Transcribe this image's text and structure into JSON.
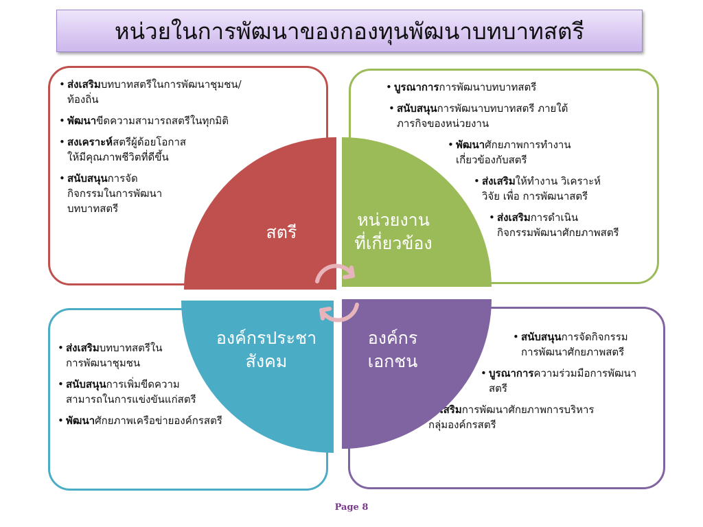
{
  "title": "หน่วยในการพัฒนาของกองทุนพัฒนาบทบาทสตรี",
  "quadrants": {
    "women": {
      "label": "สตรี",
      "color": "#c0504d"
    },
    "agency": {
      "label_line1": "หน่วยงาน",
      "label_line2": "ที่เกี่ยวข้อง",
      "color": "#9bbb59"
    },
    "civil": {
      "label_line1": "องค์กรประชา",
      "label_line2": "สังคม",
      "color": "#4bacc6"
    },
    "private": {
      "label_line1": "องค์กร",
      "label_line2": "เอกชน",
      "color": "#8064a2"
    }
  },
  "panels": {
    "top_left": [
      {
        "bold": "ส่งเสริม",
        "text": "บทบาทสตรีในการพัฒนาชุมชน/\nท้องถิ่น"
      },
      {
        "bold": "พัฒนา",
        "text": "ขีดความสามารถสตรีในทุกมิติ"
      },
      {
        "bold": "สงเคราะห์",
        "text": "สตรีผู้ด้อยโอกาส\nให้มีคุณภาพชีวิตที่ดีขึ้น"
      },
      {
        "bold": "สนับสนุน",
        "text": "การจัด\nกิจกรรมในการพัฒนา\nบทบาทสตรี"
      }
    ],
    "top_right": [
      {
        "bold": "บูรณาการ",
        "text": "การพัฒนาบทบาทสตรี"
      },
      {
        "bold": "สนับสนุน",
        "text": "การพัฒนาบทบาทสตรี ภายใต้\nภารกิจของหน่วยงาน"
      },
      {
        "bold": "พัฒนา",
        "text": "ศักยภาพการทำงาน\nเกี่ยวข้องกับสตรี"
      },
      {
        "bold": "ส่งเสริม",
        "text": "ให้ทำงาน วิเคราะห์\nวิจัย เพื่อ การพัฒนาสตรี"
      },
      {
        "bold": "ส่งเสริม",
        "text": "การดำเนิน\nกิจกรรมพัฒนาศักยภาพสตรี"
      }
    ],
    "bottom_left": [
      {
        "bold": "ส่งเสริม",
        "text": "บทบาทสตรีใน\nการพัฒนาชุมชน"
      },
      {
        "bold": "สนับสนุน",
        "text": "การเพิ่มขีดความ\nสามารถในการแข่งขันแก่สตรี"
      },
      {
        "bold": "พัฒนา",
        "text": "ศักยภาพเครือข่ายองค์กรสตรี"
      }
    ],
    "bottom_right": [
      {
        "bold": "สนับสนุน",
        "text": "การจัดกิจกรรม\nการพัฒนาศักยภาพสตรี"
      },
      {
        "bold": "บูรณาการ",
        "text": "ความร่วมมือการพัฒนา\nสตรี"
      },
      {
        "bold": "ส่งเสริม",
        "text": "การพัฒนาศักยภาพการบริหาร\nกลุ่มองค์กรสตรี"
      }
    ]
  },
  "footer": "Page 8"
}
